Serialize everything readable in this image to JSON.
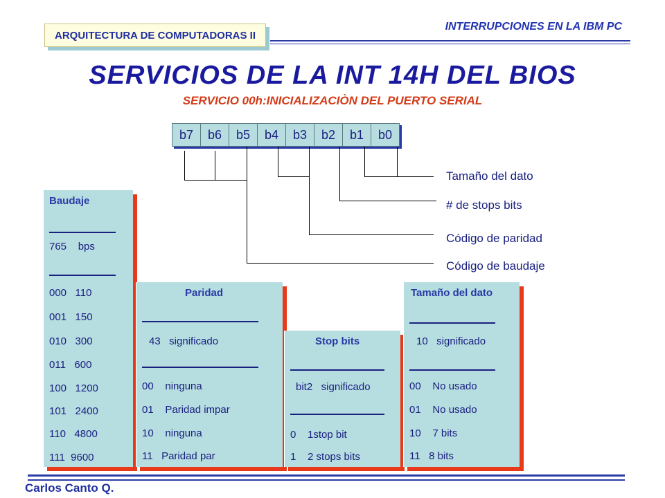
{
  "header": {
    "course": "ARQUITECTURA DE COMPUTADORAS II",
    "topic": "INTERRUPCIONES EN LA IBM PC"
  },
  "title": "SERVICIOS DE LA INT 14H DEL BIOS",
  "subtitle": "SERVICIO 00h:INICIALIZACIÒN   DEL PUERTO SERIAL",
  "bits": [
    "b7",
    "b6",
    "b5",
    "b4",
    "b3",
    "b2",
    "b1",
    "b0"
  ],
  "field_labels": {
    "data_size": "Tamaño del dato",
    "stop_bits": "# de stops bits",
    "parity": "Código de paridad",
    "baud": "Código de baudaje"
  },
  "baud_panel": {
    "heading": "Baudaje",
    "col_header": "765    bps",
    "rows": [
      "000   110",
      "001   150",
      "010   300",
      "011   600",
      "100   1200",
      "101   2400",
      "110   4800",
      "111  9600"
    ]
  },
  "parity_panel": {
    "heading": "Paridad",
    "col_header": "43   significado",
    "rows": [
      "00    ninguna",
      "01    Paridad impar",
      "10    ninguna",
      "11   Paridad par"
    ]
  },
  "stop_panel": {
    "heading": "Stop bits",
    "col_header": "bit2   significado",
    "rows": [
      "0    1stop bit",
      "1    2 stops bits"
    ]
  },
  "size_panel": {
    "heading": "Tamaño del dato",
    "col_header": "10   significado",
    "rows": [
      "00    No usado",
      "01    No usado",
      "10    7 bits",
      "11   8 bits"
    ]
  },
  "footer": {
    "author": "Carlos Canto Q."
  },
  "colors": {
    "title_blue": "#1a1a9e",
    "subtitle_red": "#d33a17",
    "panel_fill": "#b6dde0",
    "panel_shadow": "#e83a1a"
  }
}
